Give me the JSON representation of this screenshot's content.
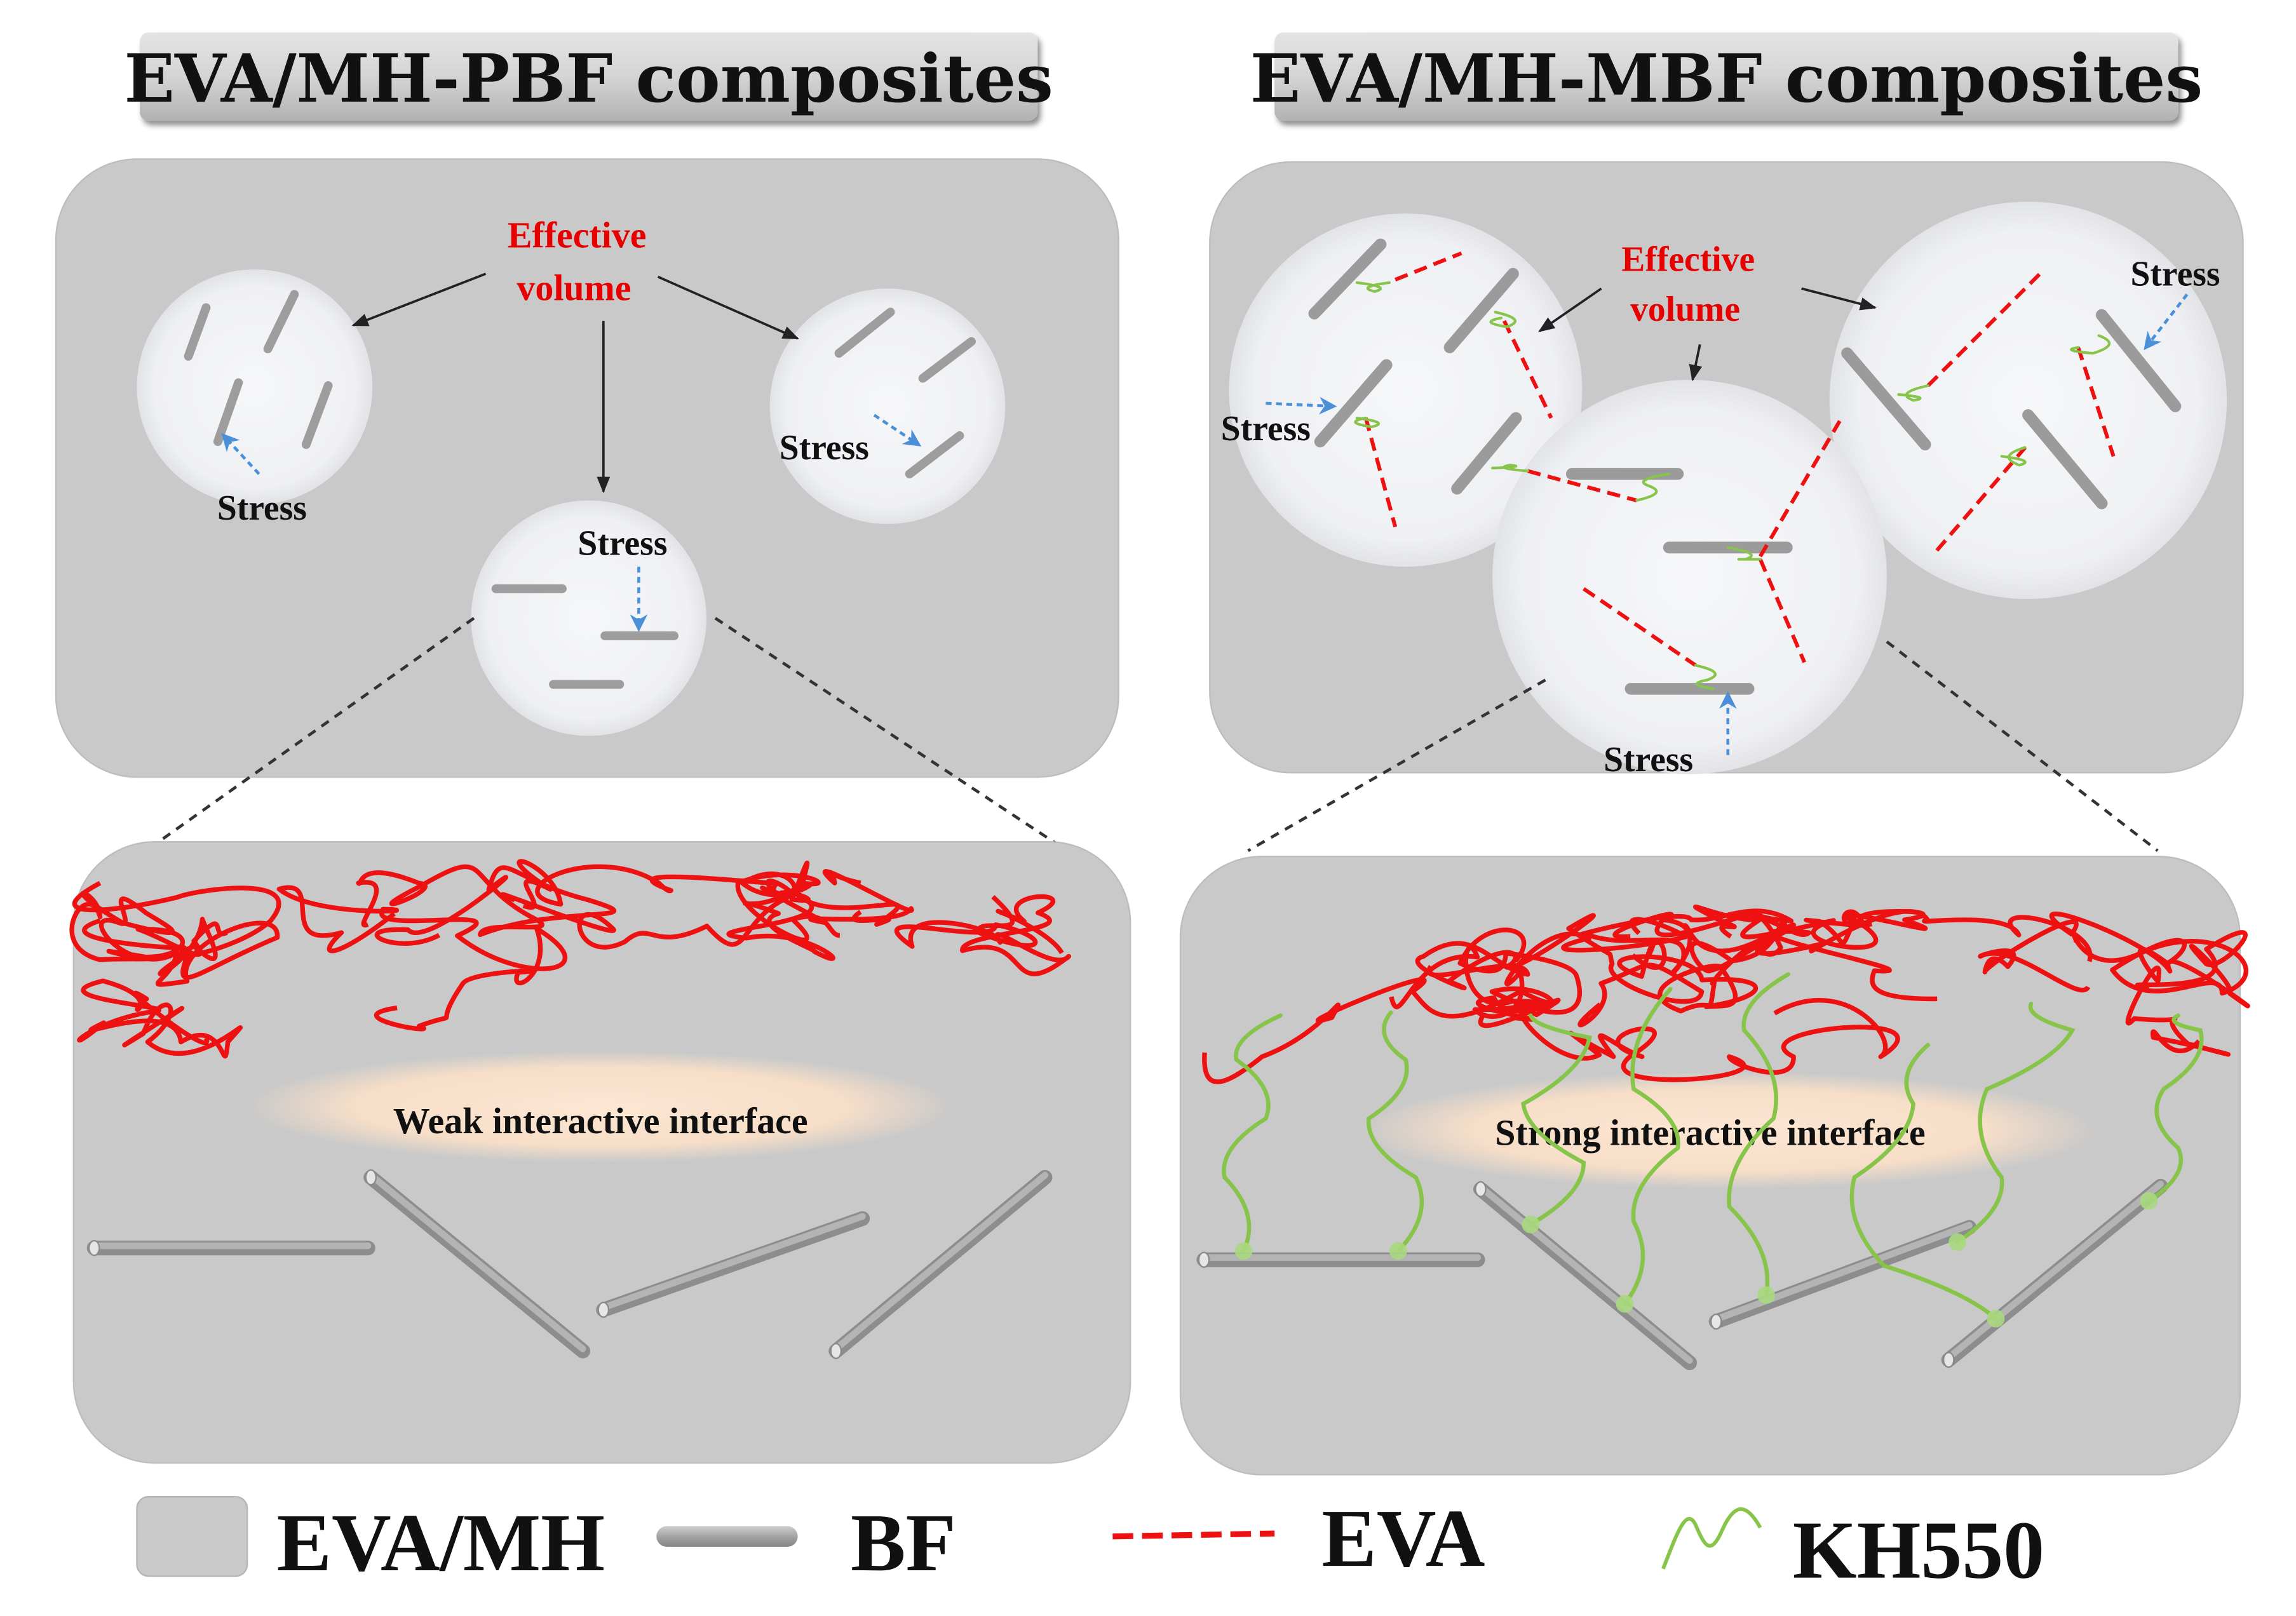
{
  "left_panel": {
    "title": "EVA/MH-PBF composites",
    "effective_volume_line1": "Effective",
    "effective_volume_line2": "volume",
    "stress_labels": [
      "Stress",
      "Stress",
      "Stress"
    ],
    "interface_label": "Weak interactive interface"
  },
  "right_panel": {
    "title": "EVA/MH-MBF composites",
    "effective_volume_line1": "Effective",
    "effective_volume_line2": "volume",
    "stress_labels": [
      "Stress",
      "Stress",
      "Stress"
    ],
    "interface_label": "Strong interactive interface"
  },
  "legend": {
    "items": [
      {
        "label": "EVA/MH",
        "symbol": "gray-box"
      },
      {
        "label": "BF",
        "symbol": "gray-rod"
      },
      {
        "label": "EVA",
        "symbol": "red-dashed-line"
      },
      {
        "label": "KH550",
        "symbol": "green-wave"
      }
    ]
  },
  "colors": {
    "matrix": "#c9c9c9",
    "effective_volume_circle": "#f1f2f4",
    "eva_chain": "#ee1111",
    "kh550": "#86c44a",
    "stress_arrow": "#4a90d9",
    "fiber": "#9d9d9d",
    "interface_glow": "#fbe3cf",
    "label_red": "#e60000"
  }
}
